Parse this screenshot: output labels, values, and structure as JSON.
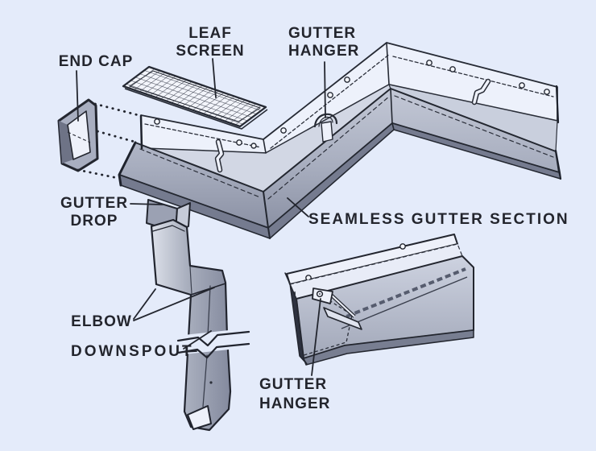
{
  "diagram": {
    "type": "exploded-parts-diagram",
    "subject": "rain gutter system",
    "colors": {
      "background": "#e4ebfa",
      "ink": "#262a34",
      "metal_light": "#edf1fb",
      "metal_mid": "#b9bfce",
      "metal_dark": "#757b8f"
    },
    "labels": {
      "end_cap": "END CAP",
      "leaf_screen": {
        "line1": "LEAF",
        "line2": "SCREEN"
      },
      "gutter_hanger_top": {
        "line1": "GUTTER",
        "line2": "HANGER"
      },
      "gutter_drop": {
        "line1": "GUTTER",
        "line2": "DROP"
      },
      "seamless_gutter_section": "SEAMLESS GUTTER SECTION",
      "elbow": "ELBOW",
      "downspout": "DOWNSPOUT",
      "gutter_hanger_detail": {
        "line1": "GUTTER",
        "line2": "HANGER"
      }
    }
  }
}
